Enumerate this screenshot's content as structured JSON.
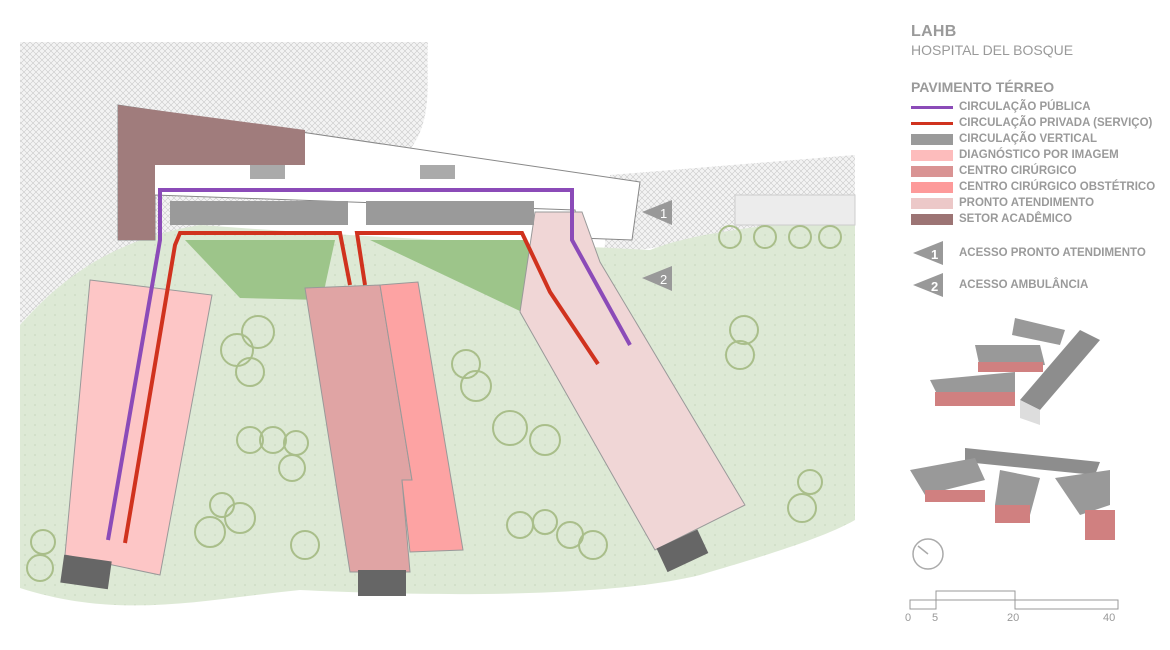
{
  "title": {
    "code": "LAHB",
    "name": "HOSPITAL DEL BOSQUE"
  },
  "legend": {
    "heading": "PAVIMENTO TÉRREO",
    "items": [
      {
        "label": "CIRCULAÇÃO PÚBLICA",
        "kind": "line",
        "color": "#8b4bb8"
      },
      {
        "label": "CIRCULAÇÃO PRIVADA (SERVIÇO)",
        "kind": "line",
        "color": "#d0321e"
      },
      {
        "label": "CIRCULAÇÃO VERTICAL",
        "kind": "swatch",
        "color": "#9a9a9a"
      },
      {
        "label": "DIAGNÓSTICO POR IMAGEM",
        "kind": "swatch",
        "color": "#fdbcbc"
      },
      {
        "label": "CENTRO CIRÚRGICO",
        "kind": "swatch",
        "color": "#d99393"
      },
      {
        "label": "CENTRO CIRÚRGICO OBSTÉTRICO",
        "kind": "swatch",
        "color": "#fd9a9a"
      },
      {
        "label": "PRONTO ATENDIMENTO",
        "kind": "swatch",
        "color": "#ecc8c8"
      },
      {
        "label": "SETOR ACADÊMICO",
        "kind": "swatch",
        "color": "#9c7474"
      }
    ],
    "access": [
      {
        "num": "1",
        "label": "ACESSO PRONTO ATENDIMENTO"
      },
      {
        "num": "2",
        "label": "ACESSO AMBULÂNCIA"
      }
    ]
  },
  "scale": {
    "ticks": [
      "0",
      "5",
      "20",
      "40"
    ]
  }
}
